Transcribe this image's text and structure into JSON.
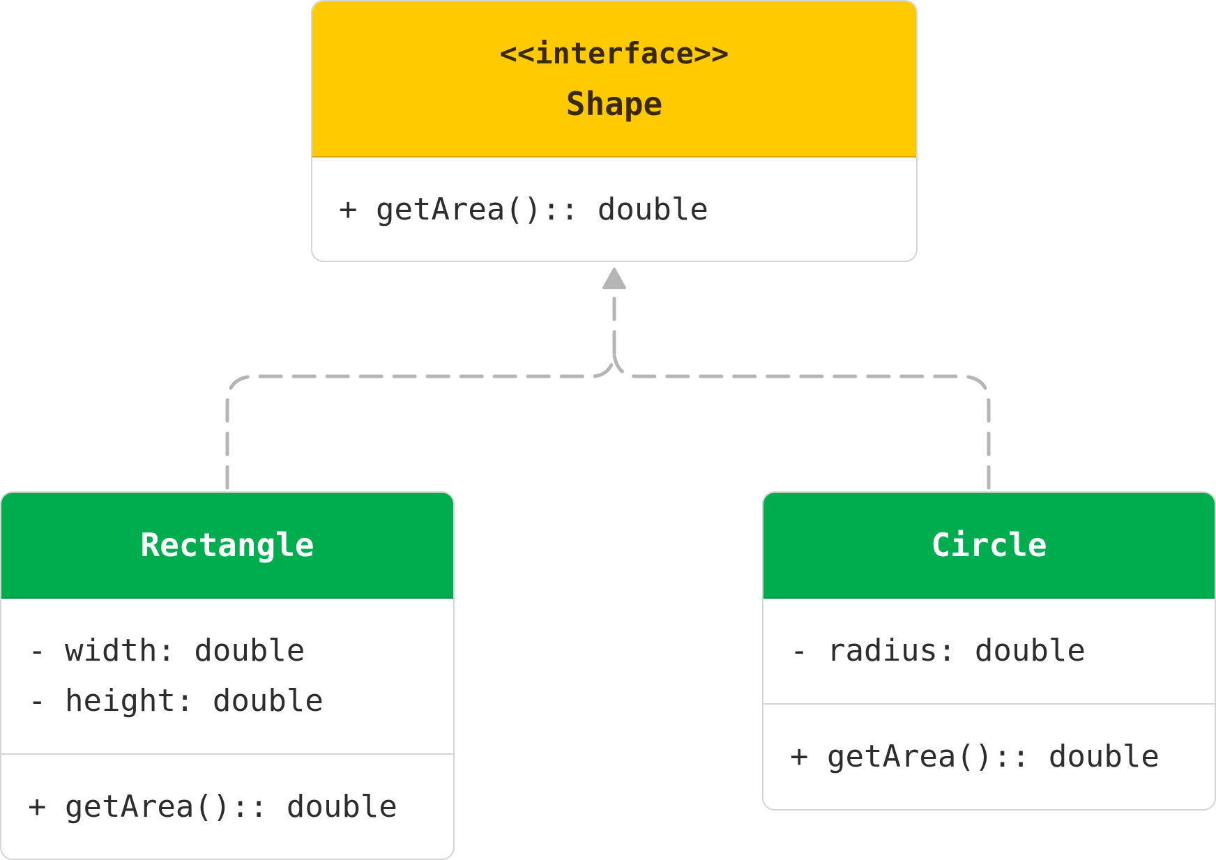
{
  "interface": {
    "stereotype": "<<interface>>",
    "name": "Shape",
    "operations": [
      "+ getArea():: double"
    ]
  },
  "classes": [
    {
      "name": "Rectangle",
      "attributes": [
        "- width: double",
        "- height: double"
      ],
      "operations": [
        "+ getArea():: double"
      ]
    },
    {
      "name": "Circle",
      "attributes": [
        "- radius: double"
      ],
      "operations": [
        "+ getArea():: double"
      ]
    }
  ],
  "relationship": {
    "type": "realization",
    "from": [
      "Rectangle",
      "Circle"
    ],
    "to": "Shape"
  },
  "colors": {
    "interface_header": "#ffca00",
    "class_header": "#00ad4e",
    "connector": "#b5b5b5",
    "border": "#d5d5d5"
  }
}
